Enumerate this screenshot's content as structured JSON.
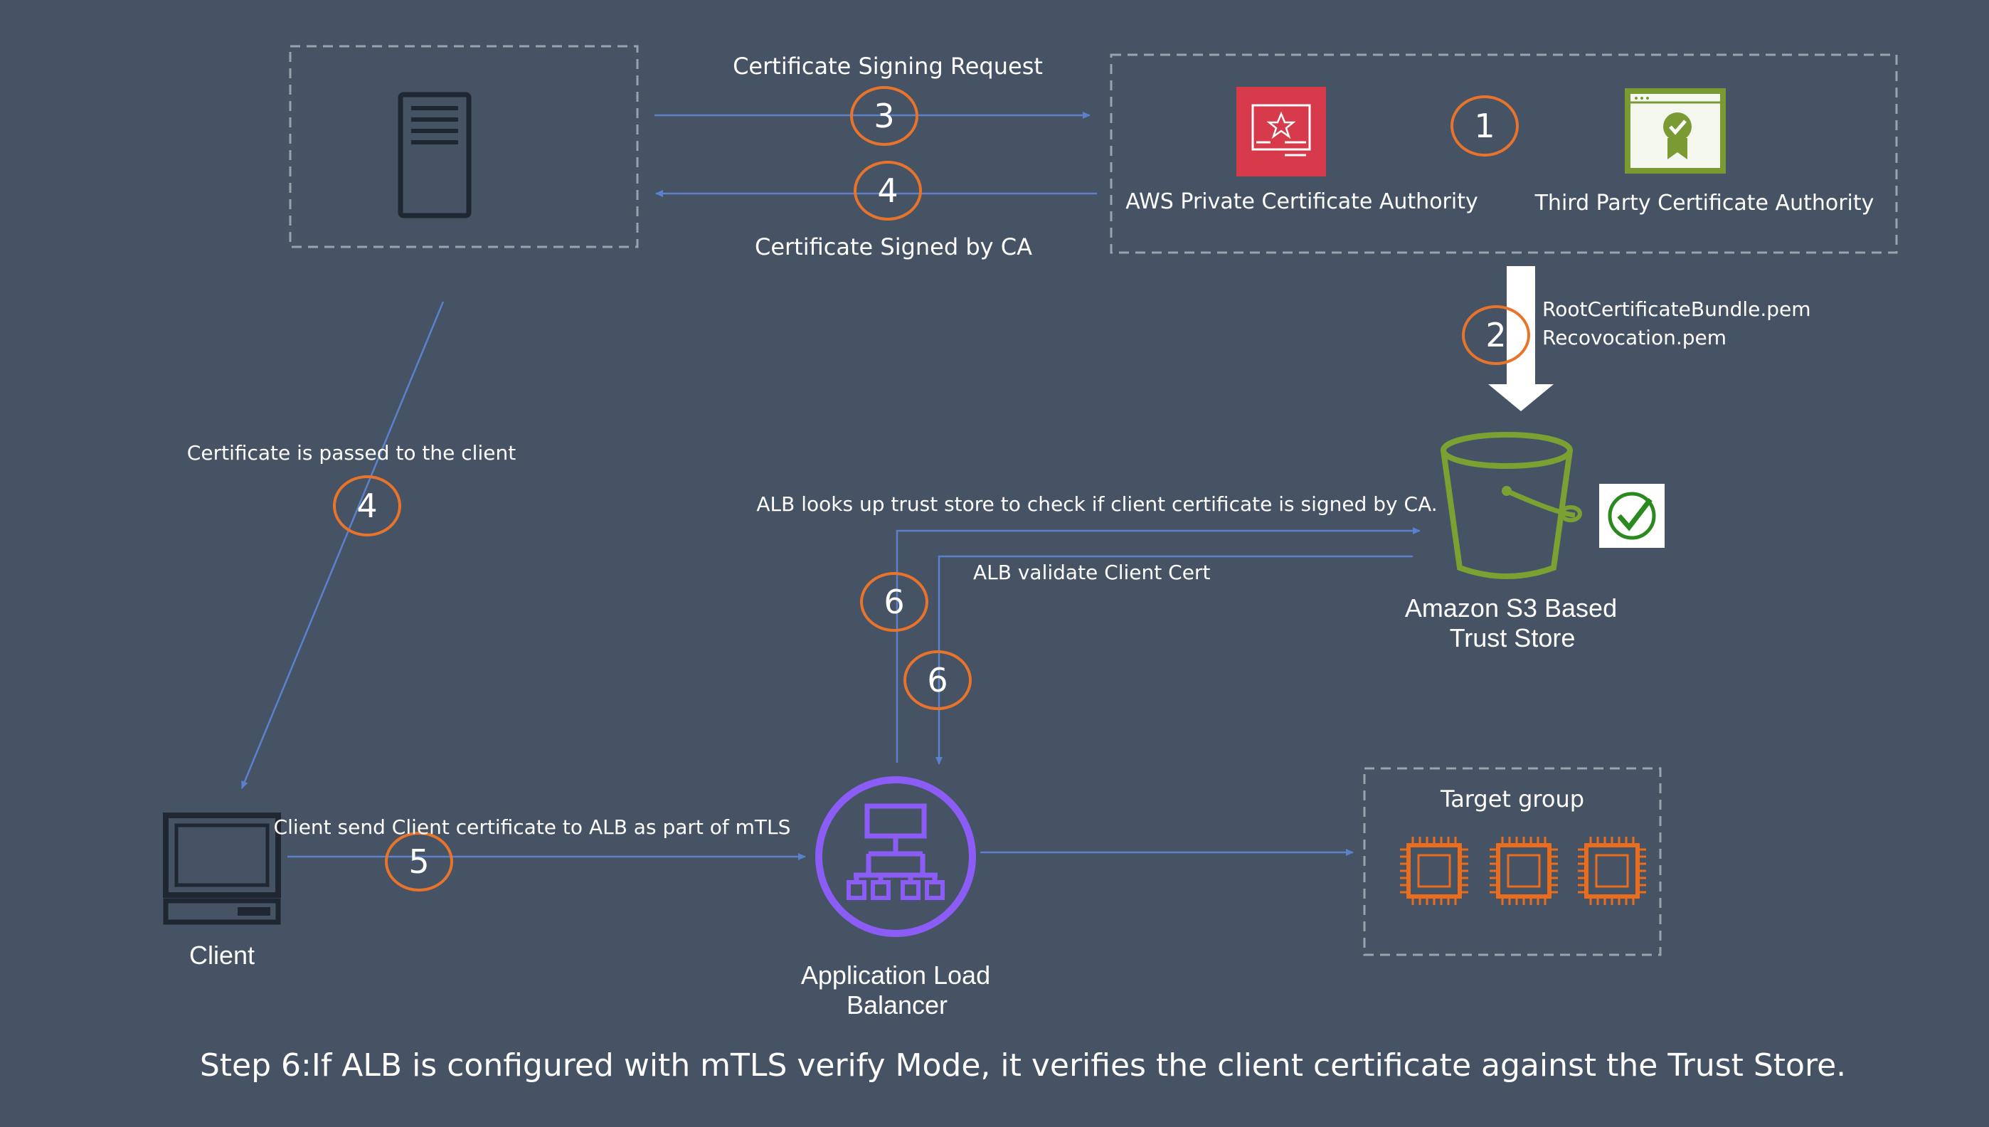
{
  "colors": {
    "background": "#465365",
    "arrow": "#5b80cc",
    "step_circle": "#e8742c",
    "aws_ca": "#d63a4b",
    "third_party_ca": "#7a9a33",
    "s3_bucket": "#7aa132",
    "alb": "#8b5cf6",
    "ec2": "#ea6d1e",
    "dashed_box": "#9aa3ad",
    "dark_icon": "#1f2733"
  },
  "icons": {
    "server": "server-icon",
    "aws_ca": "certificate-authority-icon",
    "third_party_ca": "certificate-badge-icon",
    "bucket": "s3-bucket-icon",
    "checkmark": "checkmark-icon",
    "client": "computer-icon",
    "alb": "load-balancer-icon",
    "target": "ec2-chip-icon"
  },
  "labels": {
    "csr": "Certificate  Signing Request",
    "signed": "Certificate  Signed by CA",
    "aws_ca": "AWS Private Certificate Authority",
    "third_party_ca": "Third Party Certificate Authority",
    "root_bundle": "RootCertificateBundle.pem",
    "revocation": "Recovocation.pem",
    "passed_to_client": "Certificate is passed to the client",
    "alb_lookup": "ALB looks up trust store to check if client certificate is signed by CA.",
    "alb_validate": "ALB validate Client Cert",
    "s3_line1": "Amazon S3 Based",
    "s3_line2": "Trust Store",
    "client_send": "Client send Client certificate to ALB as part of mTLS",
    "client": "Client",
    "alb_line1": "Application Load",
    "alb_line2": "Balancer",
    "target_group": "Target group",
    "caption": "Step 6:If ALB is configured with mTLS verify Mode, it verifies the client certificate against the Trust Store."
  },
  "steps": {
    "s1": "1",
    "s2": "2",
    "s3": "3",
    "s4_top": "4",
    "s4_left": "4",
    "s5": "5",
    "s6_a": "6",
    "s6_b": "6"
  }
}
